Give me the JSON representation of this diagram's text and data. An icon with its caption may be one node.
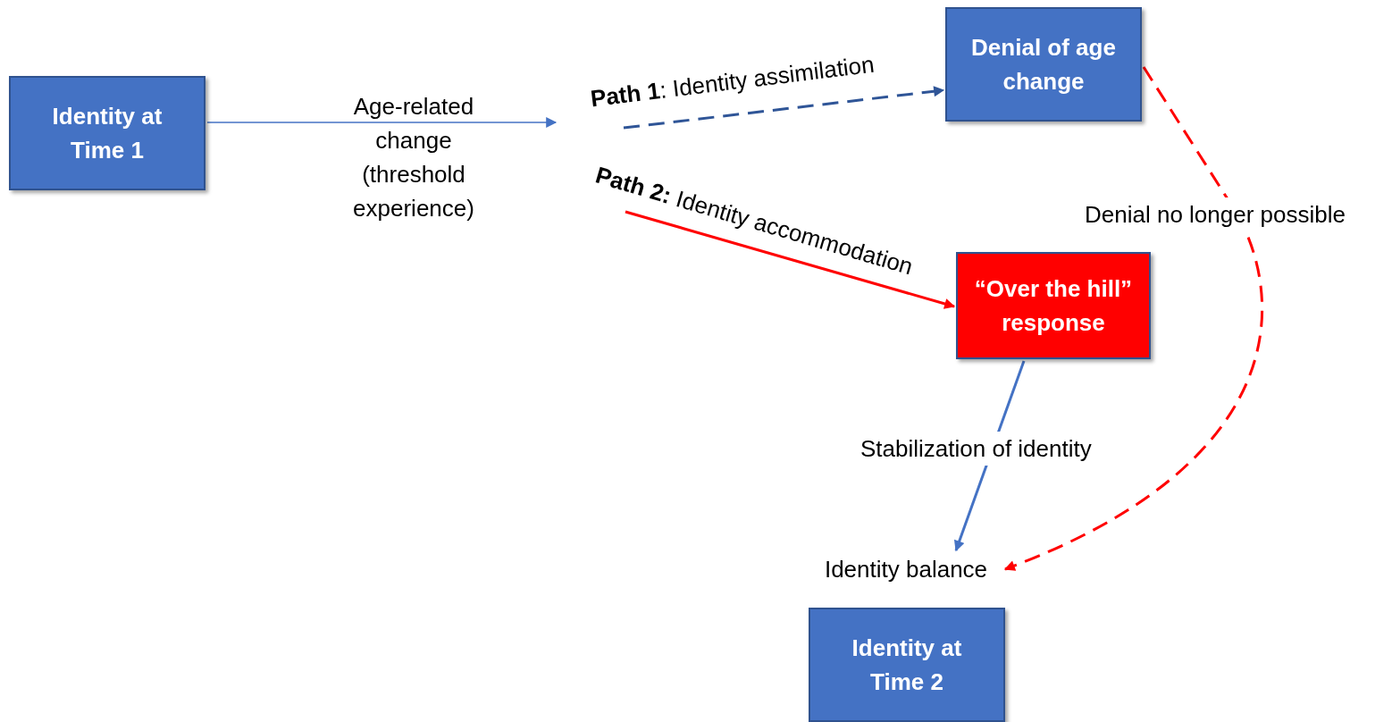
{
  "diagram": {
    "nodes": [
      {
        "text": [
          "Identity at Time 1"
        ]
      },
      {
        "text": [
          "Denial of age change"
        ]
      },
      {
        "text": [
          "“Over the hill” response"
        ]
      },
      {
        "text": [
          "Identity balance"
        ]
      },
      {
        "text": [
          "Identity at Time 2"
        ]
      }
    ],
    "edges": [
      {
        "from": 0,
        "to": null,
        "arrow": "to",
        "label": "Age-related change (threshold experience)",
        "color": "#4472c4"
      },
      {
        "from": null,
        "to": 1,
        "arrow": "to",
        "label": "**Path 1**: Identity assimilation",
        "style": "dashed",
        "color": "#2f5597"
      },
      {
        "from": null,
        "to": 2,
        "arrow": "to",
        "label": "**Path 2:** Identity accommodation",
        "color": "#ff0000"
      },
      {
        "from": 2,
        "to": 3,
        "arrow": "to",
        "label": "Stabilization of identity",
        "color": "#4472c4"
      },
      {
        "from": 1,
        "to": 3,
        "arrow": "to",
        "label": "Denial no longer possible",
        "style": "dashed",
        "color": "#ff0000"
      }
    ]
  }
}
